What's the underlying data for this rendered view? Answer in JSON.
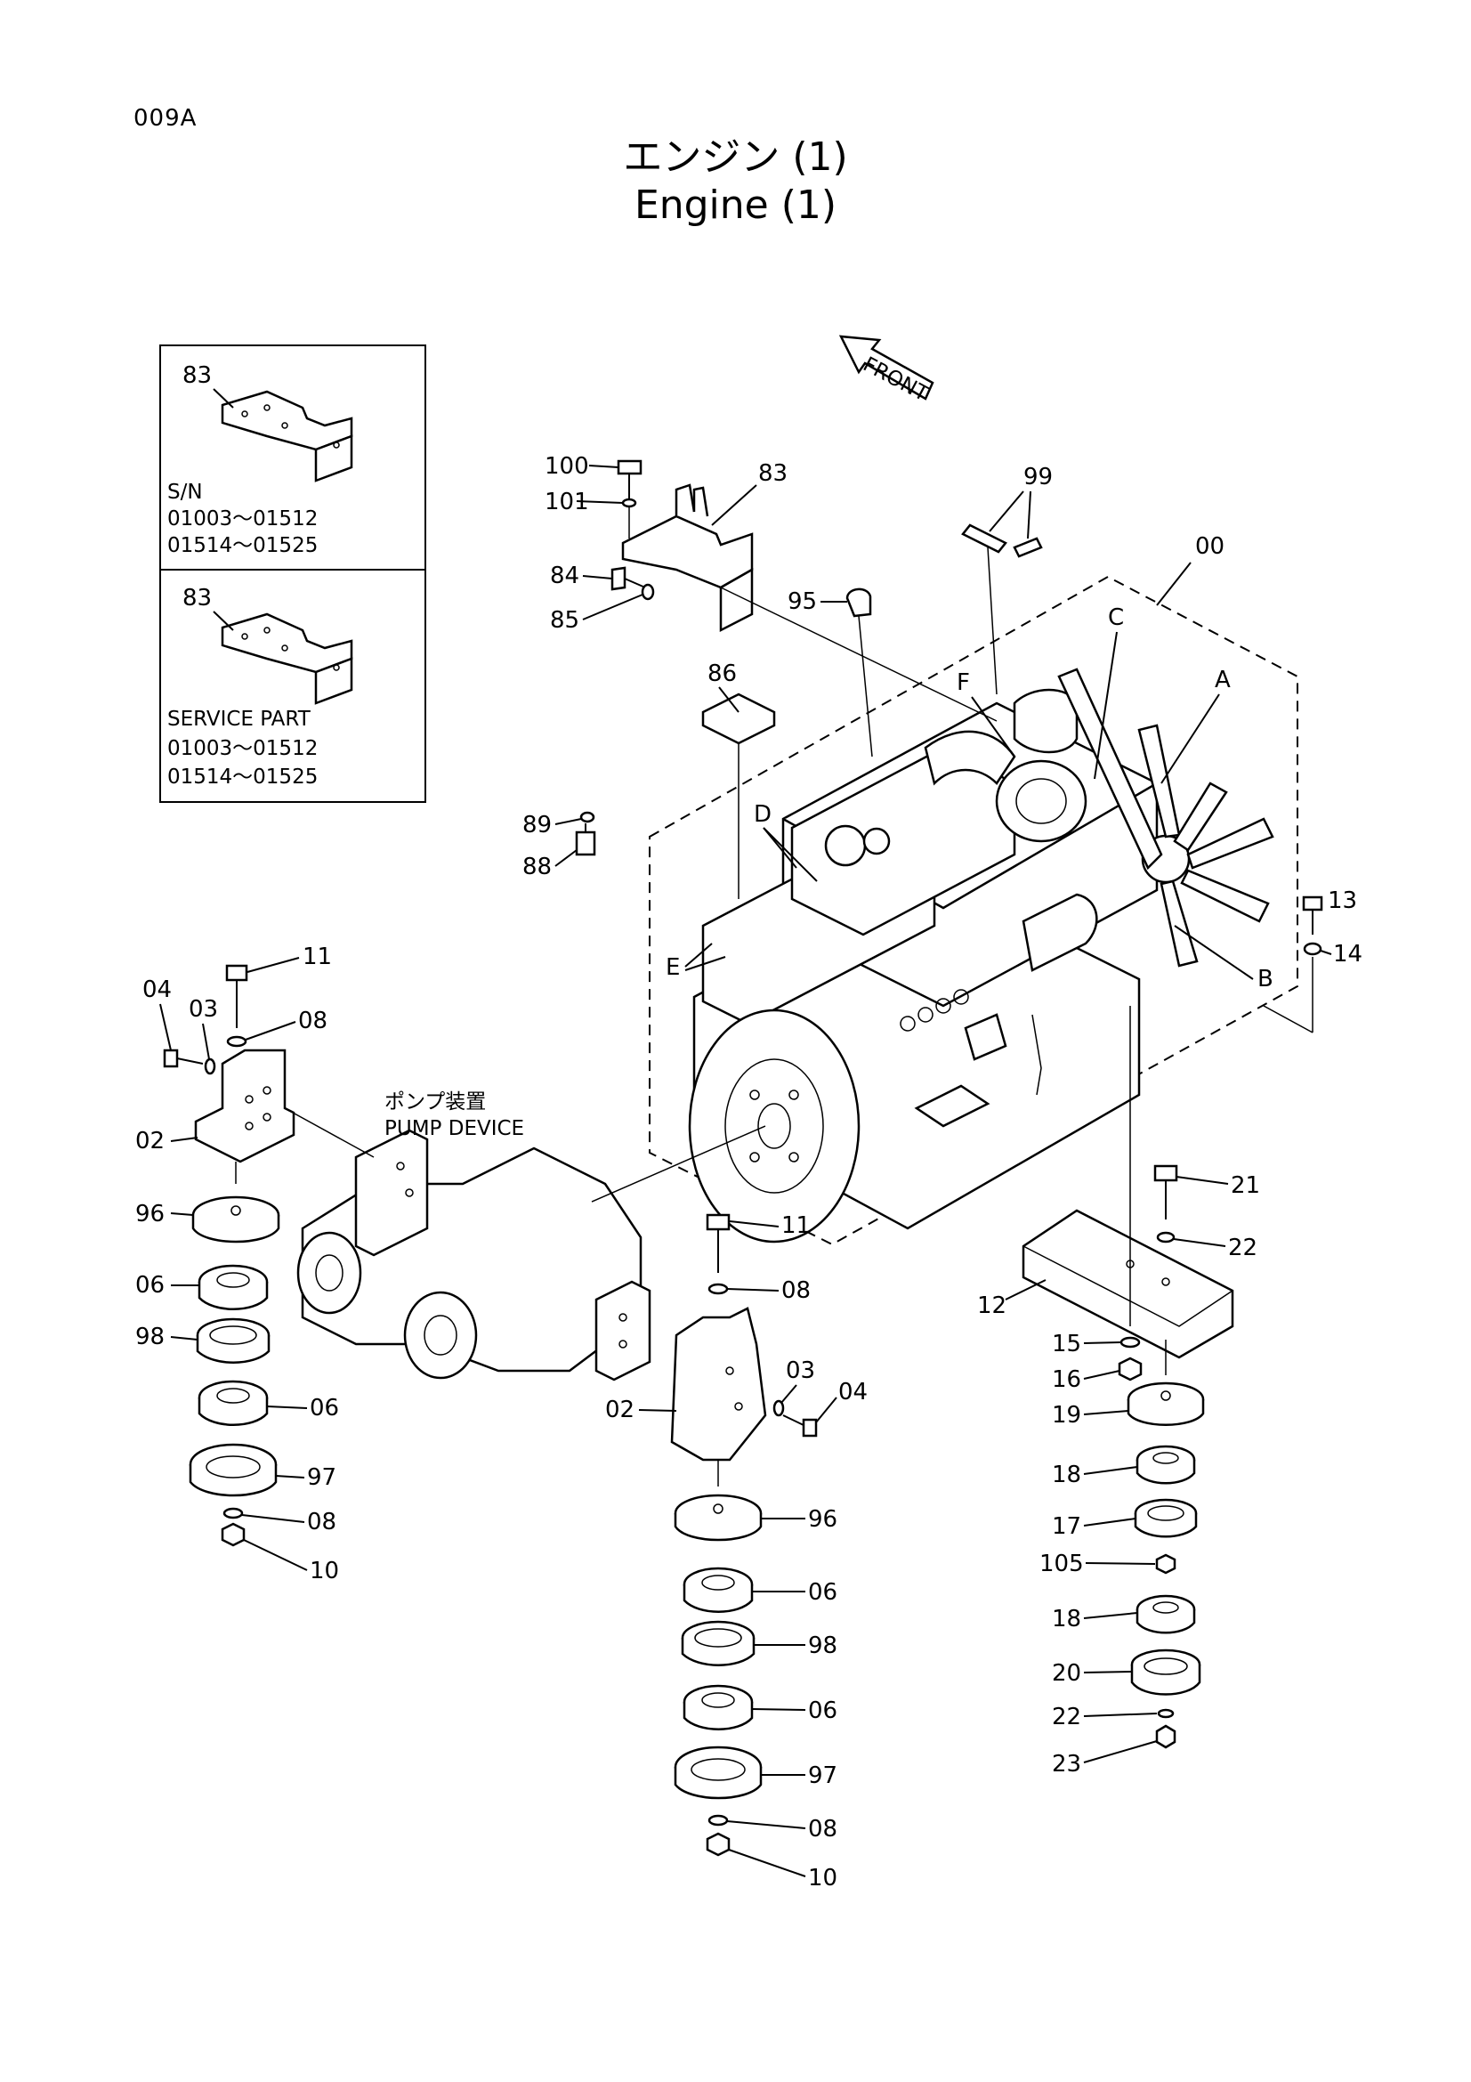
{
  "page_code": "009A",
  "title_jp": "エンジン (1)",
  "title_en": "Engine (1)",
  "front_label": "FRONT",
  "inset": {
    "sn_label": "S/N",
    "sn_ranges": [
      "01003～01512",
      "01514～01525"
    ],
    "service_label": "SERVICE PART",
    "service_ranges": [
      "01003～01512",
      "01514～01525"
    ],
    "part_top": "83",
    "part_bottom": "83"
  },
  "pump": {
    "label_jp": "ポンプ装置",
    "label_en": "PUMP DEVICE"
  },
  "callouts": {
    "c00": "00",
    "c83": "83",
    "c84": "84",
    "c85": "85",
    "c86": "86",
    "c88": "88",
    "c89": "89",
    "c95": "95",
    "c99": "99",
    "c100": "100",
    "c101": "101",
    "cA": "A",
    "cB": "B",
    "cC": "C",
    "cD": "D",
    "cE": "E",
    "cF": "F",
    "c13": "13",
    "c14": "14",
    "left_11": "11",
    "left_04": "04",
    "left_03": "03",
    "left_08": "08",
    "left_02": "02",
    "left_96": "96",
    "left_06a": "06",
    "left_98": "98",
    "left_06b": "06",
    "left_97": "97",
    "left_08b": "08",
    "left_10": "10",
    "mid_11": "11",
    "mid_08": "08",
    "mid_03": "03",
    "mid_04": "04",
    "mid_02": "02",
    "mid_96": "96",
    "mid_06a": "06",
    "mid_98": "98",
    "mid_06b": "06",
    "mid_97": "97",
    "mid_08b": "08",
    "mid_10": "10",
    "r21": "21",
    "r22": "22",
    "r12": "12",
    "r15": "15",
    "r16": "16",
    "r19": "19",
    "r18a": "18",
    "r17": "17",
    "r105": "105",
    "r18b": "18",
    "r20": "20",
    "r22b": "22",
    "r23": "23"
  }
}
